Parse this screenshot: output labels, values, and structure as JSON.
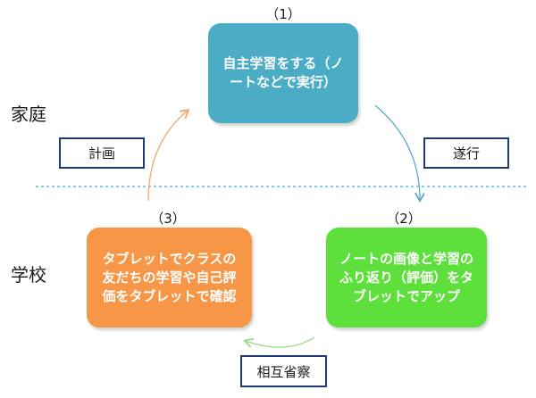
{
  "colors": {
    "box1": "#4bacc6",
    "box2": "#5ee03c",
    "box3": "#f79646",
    "tag_border": "#1f3a6e",
    "divider": "#4bacc6",
    "arrow_blue": "#5aa9c9",
    "arrow_green": "#9ad98a",
    "arrow_orange": "#f4a56a"
  },
  "labels": {
    "home": "家庭",
    "school": "学校"
  },
  "nodes": [
    {
      "num": "（1）",
      "text": "自主学習をする（ノートなどで実行）"
    },
    {
      "num": "（2）",
      "text": "ノートの画像と学習のふり返り（評価）をタブレットでアップ"
    },
    {
      "num": "（3）",
      "text": "タブレットでクラスの友だちの学習や自己評価をタブレットで確認"
    }
  ],
  "tags": {
    "plan": "計画",
    "execute": "遂行",
    "reflect": "相互省察"
  },
  "icons": {
    "arrow_1_to_2": "curved-arrow-right-down",
    "arrow_2_to_3": "curved-arrow-left",
    "arrow_3_to_1": "curved-arrow-up-right"
  }
}
